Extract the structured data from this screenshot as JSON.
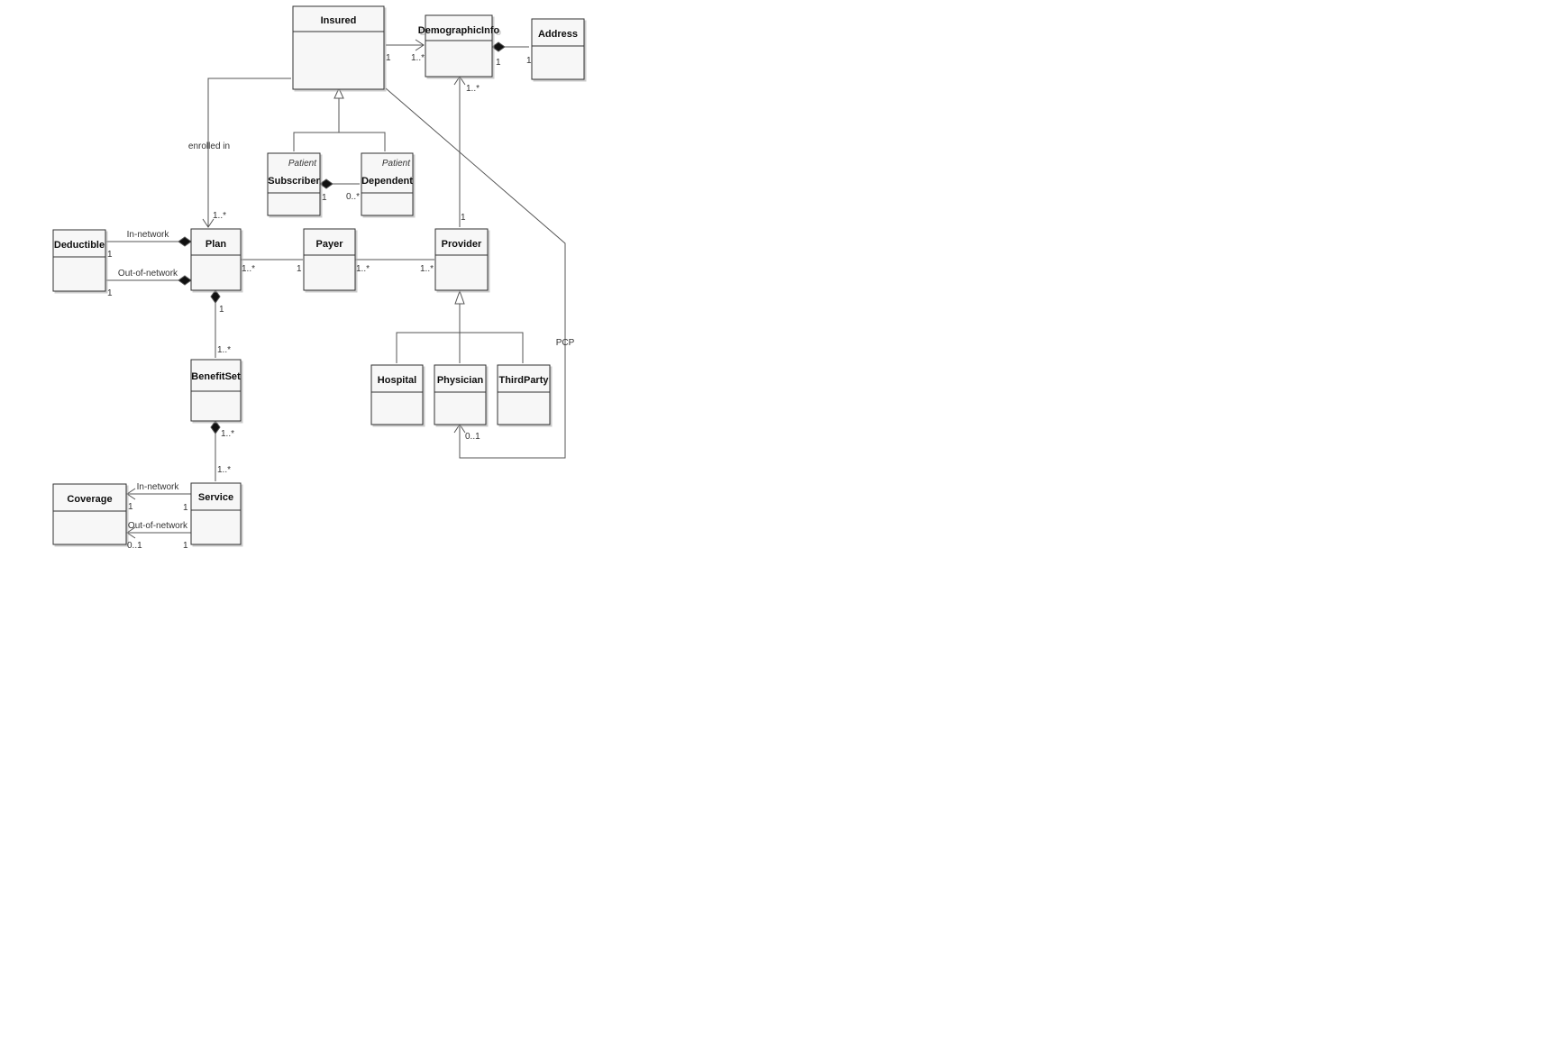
{
  "diagram": {
    "classes": {
      "insured": {
        "name": "Insured"
      },
      "demographic": {
        "name": "DemographicInfo"
      },
      "address": {
        "name": "Address"
      },
      "subscriber": {
        "name": "Subscriber",
        "stereotype": "Patient"
      },
      "dependent": {
        "name": "Dependent",
        "stereotype": "Patient"
      },
      "deductible": {
        "name": "Deductible"
      },
      "plan": {
        "name": "Plan"
      },
      "payer": {
        "name": "Payer"
      },
      "provider": {
        "name": "Provider"
      },
      "benefitset": {
        "name": "BenefitSet"
      },
      "hospital": {
        "name": "Hospital"
      },
      "physician": {
        "name": "Physician"
      },
      "thirdparty": {
        "name": "ThirdParty"
      },
      "coverage": {
        "name": "Coverage"
      },
      "service": {
        "name": "Service"
      }
    },
    "labels": {
      "enrolled_in": "enrolled in",
      "ded_in_network": "In-network",
      "ded_out_network": "Out-of-network",
      "cov_in_network": "In-network",
      "cov_out_network": "Out-of-network",
      "pcp": "PCP"
    },
    "multiplicities": {
      "insured_demo_src": "1",
      "insured_demo_dst": "1..*",
      "demo_address_src": "1",
      "demo_address_dst": "1",
      "provider_demo_dst": "1..*",
      "provider_demo_src": "1",
      "enrolled_dst": "1..*",
      "sub_dep_src": "1",
      "sub_dep_dst": "0..*",
      "ded_in_src": "1",
      "ded_out_src": "1",
      "plan_payer_src": "1..*",
      "plan_payer_dst": "1",
      "payer_provider_src": "1..*",
      "payer_provider_dst": "1..*",
      "plan_benefit_src": "1",
      "plan_benefit_dst": "1..*",
      "benefit_service_src": "1..*",
      "benefit_service_dst": "1..*",
      "pcp_dst": "0..1",
      "cov_in_dst": "1",
      "cov_in_src": "1",
      "cov_out_dst": "0..1",
      "cov_out_src": "1"
    }
  }
}
